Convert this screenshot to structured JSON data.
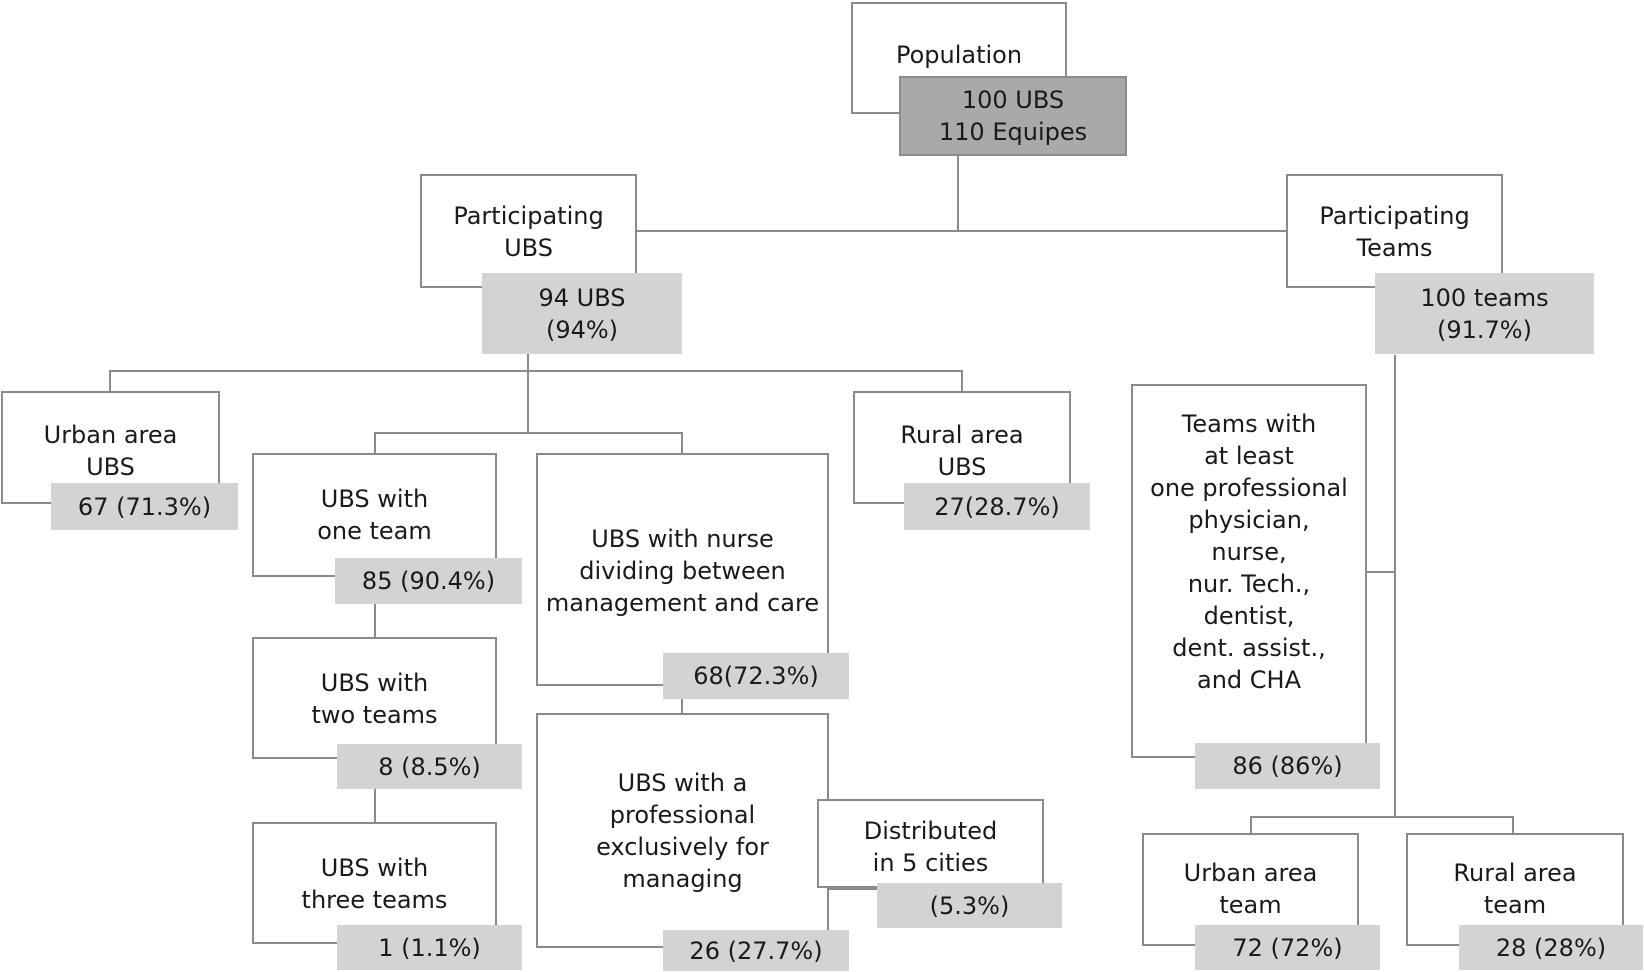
{
  "nodes": {
    "population": {
      "label": "Population",
      "value": "100 UBS\n110 Equipes"
    },
    "participating_ubs": {
      "label": "Participating\nUBS",
      "value": "94 UBS\n(94%)"
    },
    "participating_teams": {
      "label": "Participating\nTeams",
      "value": "100 teams\n(91.7%)"
    },
    "urban_ubs": {
      "label": "Urban area\nUBS",
      "value": "67 (71.3%)"
    },
    "rural_ubs": {
      "label": "Rural area\nUBS",
      "value": "27(28.7%)"
    },
    "one_team": {
      "label": "UBS with\none team",
      "value": "85 (90.4%)"
    },
    "two_teams": {
      "label": "UBS with\ntwo teams",
      "value": "8 (8.5%)"
    },
    "three_teams": {
      "label": "UBS with\nthree teams",
      "value": "1 (1.1%)"
    },
    "nurse_dividing": {
      "label": "UBS with nurse\ndividing between\nmanagement and care",
      "value": "68(72.3%)"
    },
    "professional_managing": {
      "label": "UBS with a\nprofessional\nexclusively for\nmanaging",
      "value": "26 (27.7%)"
    },
    "distributed": {
      "label": "Distributed\nin 5 cities",
      "value": "(5.3%)"
    },
    "teams_full": {
      "label": "Teams with\nat least\none professional\nphysician,\nnurse,\nnur. Tech.,\ndentist,\ndent. assist.,\nand CHA",
      "value": "86 (86%)"
    },
    "urban_team": {
      "label": "Urban area\nteam",
      "value": "72 (72%)"
    },
    "rural_team": {
      "label": "Rural area\nteam",
      "value": "28 (28%)"
    }
  }
}
